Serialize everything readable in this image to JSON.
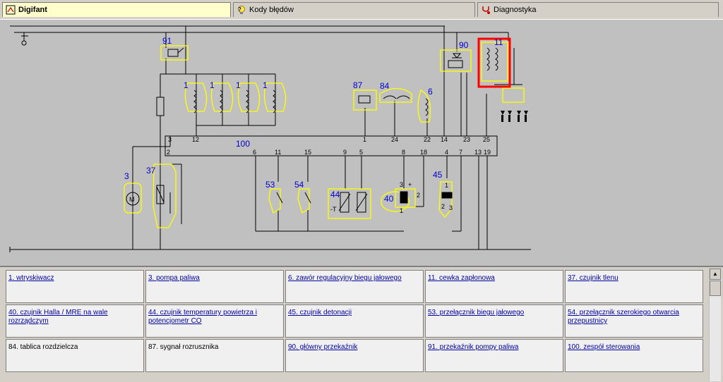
{
  "tabs": [
    {
      "label": "Digifant",
      "icon": "circuit-icon",
      "active": true
    },
    {
      "label": "Kody błędów",
      "icon": "lightbulb-help-icon",
      "active": false
    },
    {
      "label": "Diagnostyka",
      "icon": "stethoscope-icon",
      "active": false
    }
  ],
  "diagram": {
    "component_numbers": {
      "c91": "91",
      "c90": "90",
      "c87": "87",
      "c84": "84",
      "c6": "6",
      "c11": "11",
      "c1a": "1",
      "c1b": "1",
      "c1c": "1",
      "c1d": "1",
      "c100": "100",
      "c3": "3",
      "c37": "37",
      "c53": "53",
      "c54": "54",
      "c44": "44",
      "c40": "40",
      "c45": "45"
    },
    "pins_top": [
      "3",
      "12",
      "1",
      "24",
      "22",
      "14",
      "23",
      "25"
    ],
    "pins_bottom": [
      "2",
      "6",
      "11",
      "15",
      "9",
      "5",
      "8",
      "18",
      "4",
      "7",
      "13",
      "19"
    ],
    "misc_labels": {
      "m": "M",
      "t_minus": "-T",
      "t_plus": "+",
      "p3": "3",
      "p1": "1",
      "p2": "2",
      "n3": "3",
      "n2": "2",
      "n1": "1"
    }
  },
  "legend": {
    "rows": [
      [
        {
          "text": "1. wtryskiwacz",
          "link": true
        },
        {
          "text": "3. pompa paliwa",
          "link": true
        },
        {
          "text": "6. zawór regulacyjny biegu jałowego",
          "link": true
        },
        {
          "text": "11. cewka zapłonowa",
          "link": true
        },
        {
          "text": "37. czujnik tlenu",
          "link": true
        }
      ],
      [
        {
          "text": "40. czujnik Halla / MRE na wale rozrządczym",
          "link": true
        },
        {
          "text": "44. czujnik temperatury powietrza i potencjometr CO",
          "link": true
        },
        {
          "text": "45. czujnik detonacji",
          "link": true
        },
        {
          "text": "53. przełącznik biegu jałowego",
          "link": true
        },
        {
          "text": "54. przełącznik szerokiego otwarcia przepustnicy",
          "link": true
        }
      ],
      [
        {
          "text": "84. tablica rozdzielcza",
          "link": false
        },
        {
          "text": "87. sygnał rozrusznika",
          "link": false
        },
        {
          "text": "90. główny przekaźnik",
          "link": true
        },
        {
          "text": "91. przekaźnik pompy paliwa",
          "link": true
        },
        {
          "text": "100. zespół sterowania",
          "link": true
        }
      ]
    ]
  },
  "colors": {
    "wire": "#000000",
    "component": "#ffff00",
    "label": "#0000cc",
    "highlight": "#ff0000",
    "link": "#0000a0"
  }
}
